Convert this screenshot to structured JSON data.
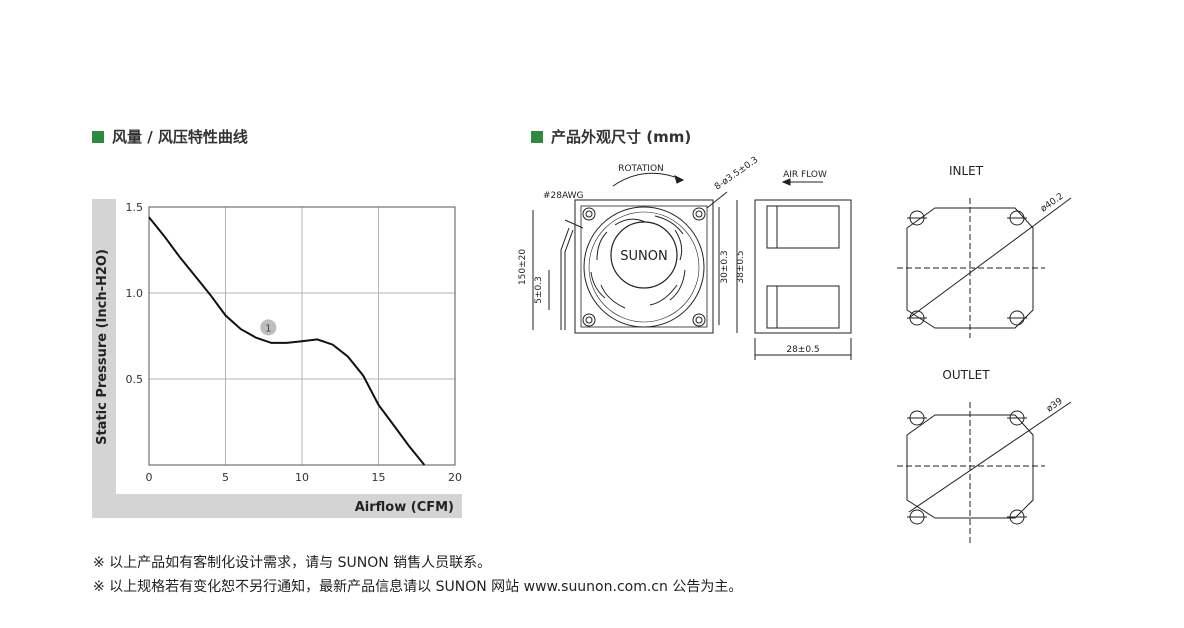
{
  "left_section": {
    "title": "风量 / 风压特性曲线"
  },
  "right_section": {
    "title": "产品外观尺寸 (mm)"
  },
  "chart_data": {
    "type": "line",
    "xlabel": "Airflow (CFM)",
    "ylabel": "Static Pressure (Inch-H2O)",
    "xlim": [
      0,
      20
    ],
    "ylim": [
      0,
      1.5
    ],
    "xticks": [
      "0",
      "5",
      "10",
      "15",
      "20"
    ],
    "yticks": [
      "0.5",
      "1.0",
      "1.5"
    ],
    "grid": true,
    "series": [
      {
        "marker_label": "1",
        "x": [
          0,
          1,
          2,
          3,
          4,
          5,
          6,
          7,
          8,
          9,
          10,
          11,
          12,
          13,
          14,
          15,
          16,
          17,
          18
        ],
        "y": [
          1.44,
          1.33,
          1.21,
          1.1,
          0.99,
          0.87,
          0.79,
          0.74,
          0.71,
          0.71,
          0.72,
          0.73,
          0.7,
          0.63,
          0.52,
          0.35,
          0.23,
          0.11,
          0.0
        ]
      }
    ],
    "marker_position": {
      "x": 7.8,
      "y": 0.8
    }
  },
  "dimensions": {
    "rotation": "ROTATION",
    "airflow": "AIR FLOW",
    "wire": "#28AWG",
    "holes": "8-ø3.5±0.3",
    "brand": "SUNON",
    "d_30": "30±0.3",
    "d_38": "38±0.5",
    "d_150": "150±20",
    "d_5": "5±0.3",
    "d_28": "28±0.5",
    "inlet": "INLET",
    "outlet": "OUTLET",
    "d_inlet": "ø40.2",
    "d_outlet": "ø39"
  },
  "notes": {
    "line1": "※ 以上产品如有客制化设计需求，请与 SUNON 销售人员联系。",
    "line2": "※ 以上规格若有变化恕不另行通知，最新产品信息请以 SUNON 网站 www.suunon.com.cn 公告为主。"
  }
}
